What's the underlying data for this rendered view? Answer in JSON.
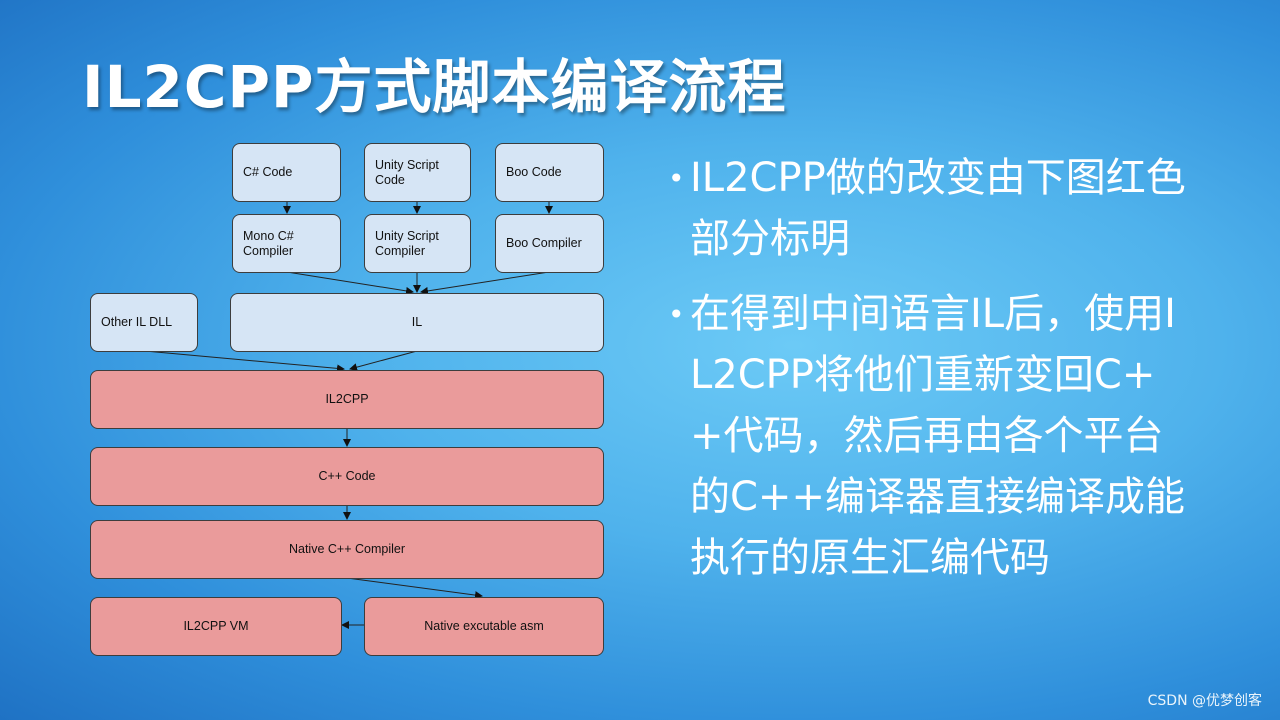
{
  "slide": {
    "title": "IL2CPP方式脚本编译流程",
    "bullets": [
      "IL2CPP做的改变由下图红色部分标明",
      "在得到中间语言IL后，使用IL2CPP将他们重新变回C++代码，然后再由各个平台的C++编译器直接编译成能执行的原生汇编代码"
    ],
    "bullet_glyph": "•",
    "watermark": "CSDN @优梦创客"
  },
  "diagram": {
    "colors": {
      "source": "#d6e5f5",
      "il2cpp": "#ea9b9b",
      "border": "#3d3d3d"
    },
    "nodes": {
      "csharp_code": "C# Code",
      "unity_script_code": "Unity Script\nCode",
      "boo_code": "Boo Code",
      "mono_csharp_compiler": "Mono C#\nCompiler",
      "unity_script_compiler": "Unity Script\nCompiler",
      "boo_compiler": "Boo Compiler",
      "other_il_dll": "Other IL DLL",
      "il": "IL",
      "il2cpp": "IL2CPP",
      "cpp_code": "C++ Code",
      "native_cpp_compiler": "Native C++ Compiler",
      "il2cpp_vm": "IL2CPP VM",
      "native_executable_asm": "Native excutable asm"
    }
  }
}
